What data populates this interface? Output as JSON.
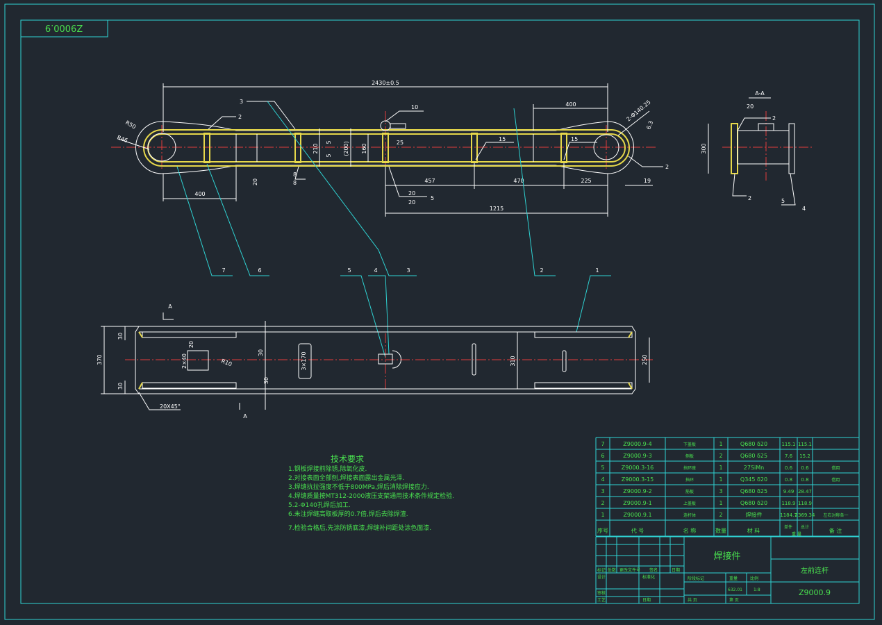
{
  "drawing": {
    "rotated_code": "Z9000.9",
    "section_label": "A-A",
    "section_mark": "A",
    "colors": {
      "background": "#212830",
      "frame": "#2fd3d3",
      "outline": "#ffffff",
      "centerline": "#e23b3b",
      "weld": "#e6d84a",
      "text": "#49e04f"
    }
  },
  "dims_top": {
    "overall": "2430±0.5",
    "d400_right": "400",
    "d400_left": "400",
    "d457": "457",
    "d470": "470",
    "d225": "225",
    "d1215": "1215",
    "d19": "19",
    "d20": "20",
    "d210": "210",
    "d200": "(200)",
    "d160": "160",
    "d25": "25",
    "d5a": "5",
    "d5b": "5",
    "r50": "R50",
    "r46": "R46",
    "hole": "2-Φ140.25",
    "d300": "300",
    "d63": "6.3"
  },
  "weld_marks": {
    "w3": "3",
    "w2a": "2",
    "w10": "10",
    "w15a": "15",
    "w15b": "15",
    "w20a": "20",
    "w20b": "20",
    "w5": "5",
    "w8a": "8",
    "w8b": "8",
    "w2b": "2",
    "w20c": "20",
    "w2c": "2",
    "w2d": "2",
    "w5b": "5",
    "w4": "4"
  },
  "balloons": [
    "7",
    "6",
    "5",
    "4",
    "3",
    "2",
    "1"
  ],
  "dims_bottom": {
    "d370": "370",
    "d30a": "30",
    "d30b": "30",
    "d30c": "30",
    "d30d": "30",
    "d20": "20",
    "d2x40": "2×40",
    "r10": "R10",
    "d3x170": "3×170",
    "d310": "310",
    "d250": "250",
    "chamfer": "20X45°"
  },
  "notes": {
    "title": "技术要求",
    "lines": [
      "1.钢板焊接前除锈,除氧化皮.",
      "2.对接表面全部刨,焊接表面露出金属光泽.",
      "3.焊缝抗拉强度不低于800MPa,焊后消除焊接应力.",
      "4.焊缝质量按MT312-2000液压支架通用技术条件规定检验.",
      "5.2-Φ140孔焊后加工.",
      "6.未注焊缝高取板厚的0.7倍,焊后去除焊渣.",
      "7.检验合格后,先涂防锈底漆,焊缝补间距处涂色面漆."
    ]
  },
  "bom": {
    "rows": [
      {
        "no": "7",
        "code": "Z9000.9-4",
        "name": "下盖板",
        "qty": "1",
        "mat": "Q680 δ20",
        "w1": "115.1",
        "w2": "115.1",
        "note": ""
      },
      {
        "no": "6",
        "code": "Z9000.9-3",
        "name": "侧板",
        "qty": "2",
        "mat": "Q680 δ25",
        "w1": "7.6",
        "w2": "15.2",
        "note": ""
      },
      {
        "no": "5",
        "code": "Z9000.3-16",
        "name": "挡环座",
        "qty": "1",
        "mat": "27SiMn",
        "w1": "0.6",
        "w2": "0.6",
        "note": "借用"
      },
      {
        "no": "4",
        "code": "Z9000.3-15",
        "name": "挡环",
        "qty": "1",
        "mat": "Q345 δ20",
        "w1": "0.8",
        "w2": "0.8",
        "note": "借用"
      },
      {
        "no": "3",
        "code": "Z9000.9-2",
        "name": "筋板",
        "qty": "3",
        "mat": "Q680 δ25",
        "w1": "9.49",
        "w2": "28.47",
        "note": ""
      },
      {
        "no": "2",
        "code": "Z9000.9-1",
        "name": "上盖板",
        "qty": "1",
        "mat": "Q680 δ20",
        "w1": "118.9",
        "w2": "118.9",
        "note": ""
      },
      {
        "no": "1",
        "code": "Z9000.9.1",
        "name": "连杆体",
        "qty": "2",
        "mat": "焊接件",
        "w1": "1184.7",
        "w2": "2369.34",
        "note": "左右对称各一"
      }
    ],
    "header": {
      "no": "序号",
      "code": "代  号",
      "name": "名  称",
      "qty": "数量",
      "mat": "材  料",
      "w1": "单件",
      "w2": "总计",
      "weight": "重  量",
      "note": "备  注"
    }
  },
  "titleblock": {
    "material": "焊接件",
    "part_name": "左前连杆",
    "drawing_no": "Z9000.9",
    "mark": "标记",
    "count": "处数",
    "zone": "更改文件号",
    "sign": "签名",
    "date": "日期",
    "design": "设计",
    "standardize": "标准化",
    "audit": "审核",
    "process": "工艺",
    "approve": "日期",
    "stage": "阶段标记",
    "weight": "重量",
    "scale": "比例",
    "weight_val": "632.01",
    "scale_val": "1:8",
    "sheets": "共   页",
    "sheet": "第   页"
  }
}
